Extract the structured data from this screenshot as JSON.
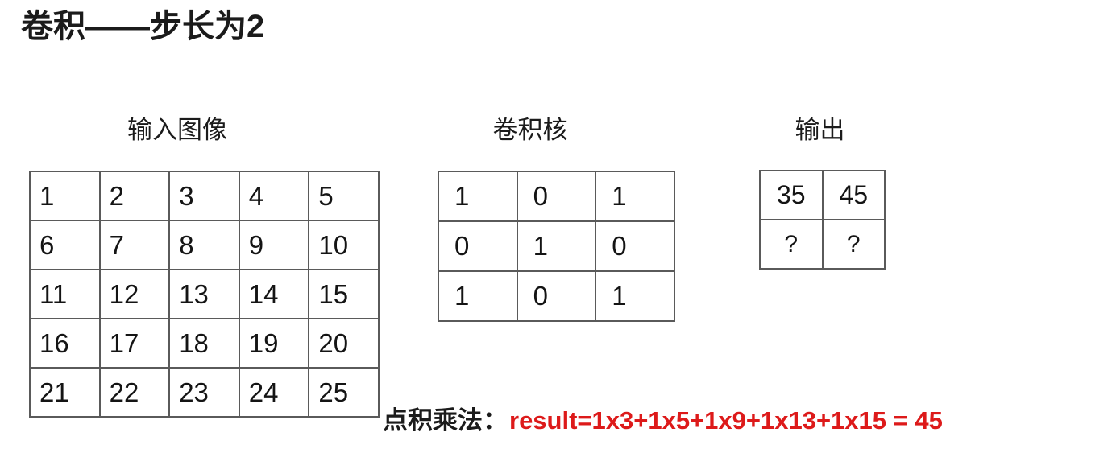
{
  "slide": {
    "title": "卷积——步长为2",
    "background_color": "#ffffff",
    "text_color": "#1b1b1b"
  },
  "sections": {
    "input": {
      "header": "输入图像",
      "rows": [
        [
          "1",
          "2",
          "3",
          "4",
          "5"
        ],
        [
          "6",
          "7",
          "8",
          "9",
          "10"
        ],
        [
          "11",
          "12",
          "13",
          "14",
          "15"
        ],
        [
          "16",
          "17",
          "18",
          "19",
          "20"
        ],
        [
          "21",
          "22",
          "23",
          "24",
          "25"
        ]
      ]
    },
    "kernel": {
      "header": "卷积核",
      "rows": [
        [
          "1",
          "0",
          "1"
        ],
        [
          "0",
          "1",
          "0"
        ],
        [
          "1",
          "0",
          "1"
        ]
      ]
    },
    "output": {
      "header": "输出",
      "rows": [
        [
          "35",
          "45"
        ],
        [
          "?",
          "?"
        ]
      ]
    }
  },
  "formula": {
    "label": "点积乘法：",
    "expression": "result=1x3+1x5+1x9+1x13+1x15 = 45",
    "expression_color": "#DD1A1A"
  },
  "grid_style": {
    "border_color": "#5a5a5a",
    "cell_background": "#ffffff"
  }
}
